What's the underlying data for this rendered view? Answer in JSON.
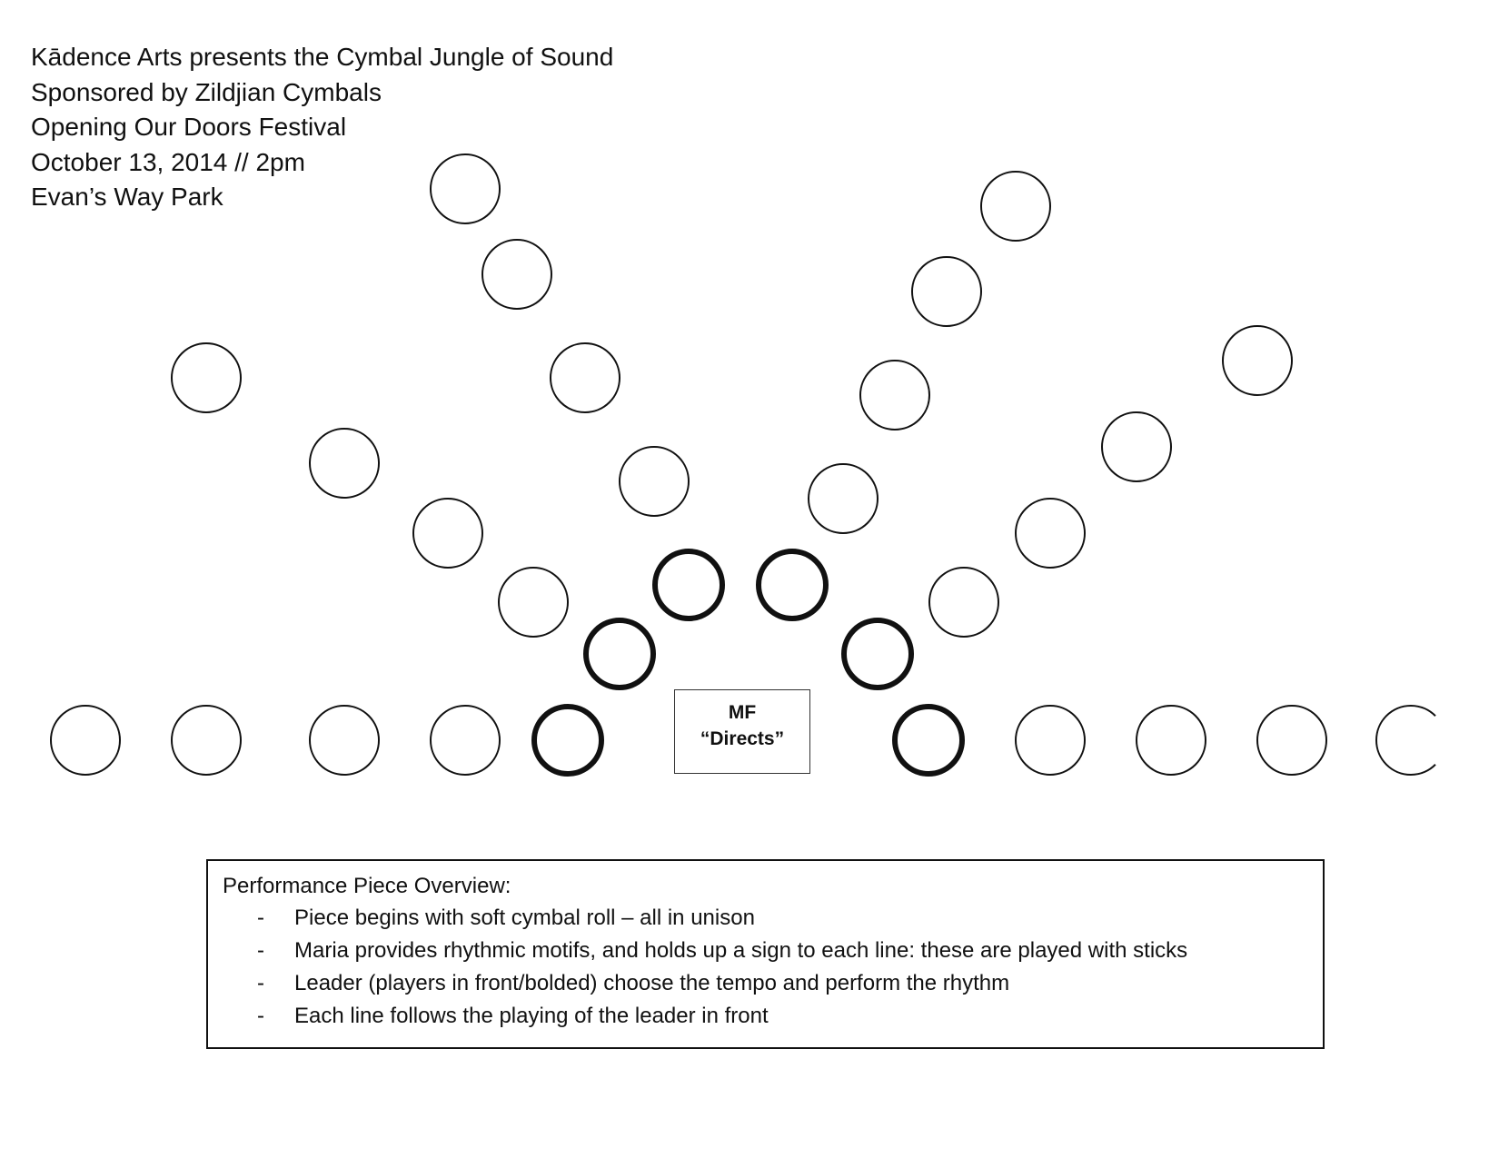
{
  "header": {
    "lines": [
      "Kādence Arts presents the Cymbal Jungle of Sound",
      "Sponsored by Zildjian Cymbals",
      "Opening Our Doors Festival",
      "October 13, 2014 // 2pm",
      "Evan’s Way Park"
    ]
  },
  "center_box": {
    "line1": "MF",
    "line2": "“Directs”"
  },
  "overview": {
    "title": "Performance Piece Overview:",
    "dash": "-",
    "items": [
      "Piece begins with soft cymbal roll – all in unison",
      "Maria provides rhythmic motifs, and holds up a sign to each line: these are played with sticks",
      "Leader (players in front/bolded) choose the tempo and perform the rhythm",
      "Each line follows the playing of the leader in front"
    ]
  },
  "colors": {
    "stroke": "#111111",
    "background": "#ffffff"
  }
}
